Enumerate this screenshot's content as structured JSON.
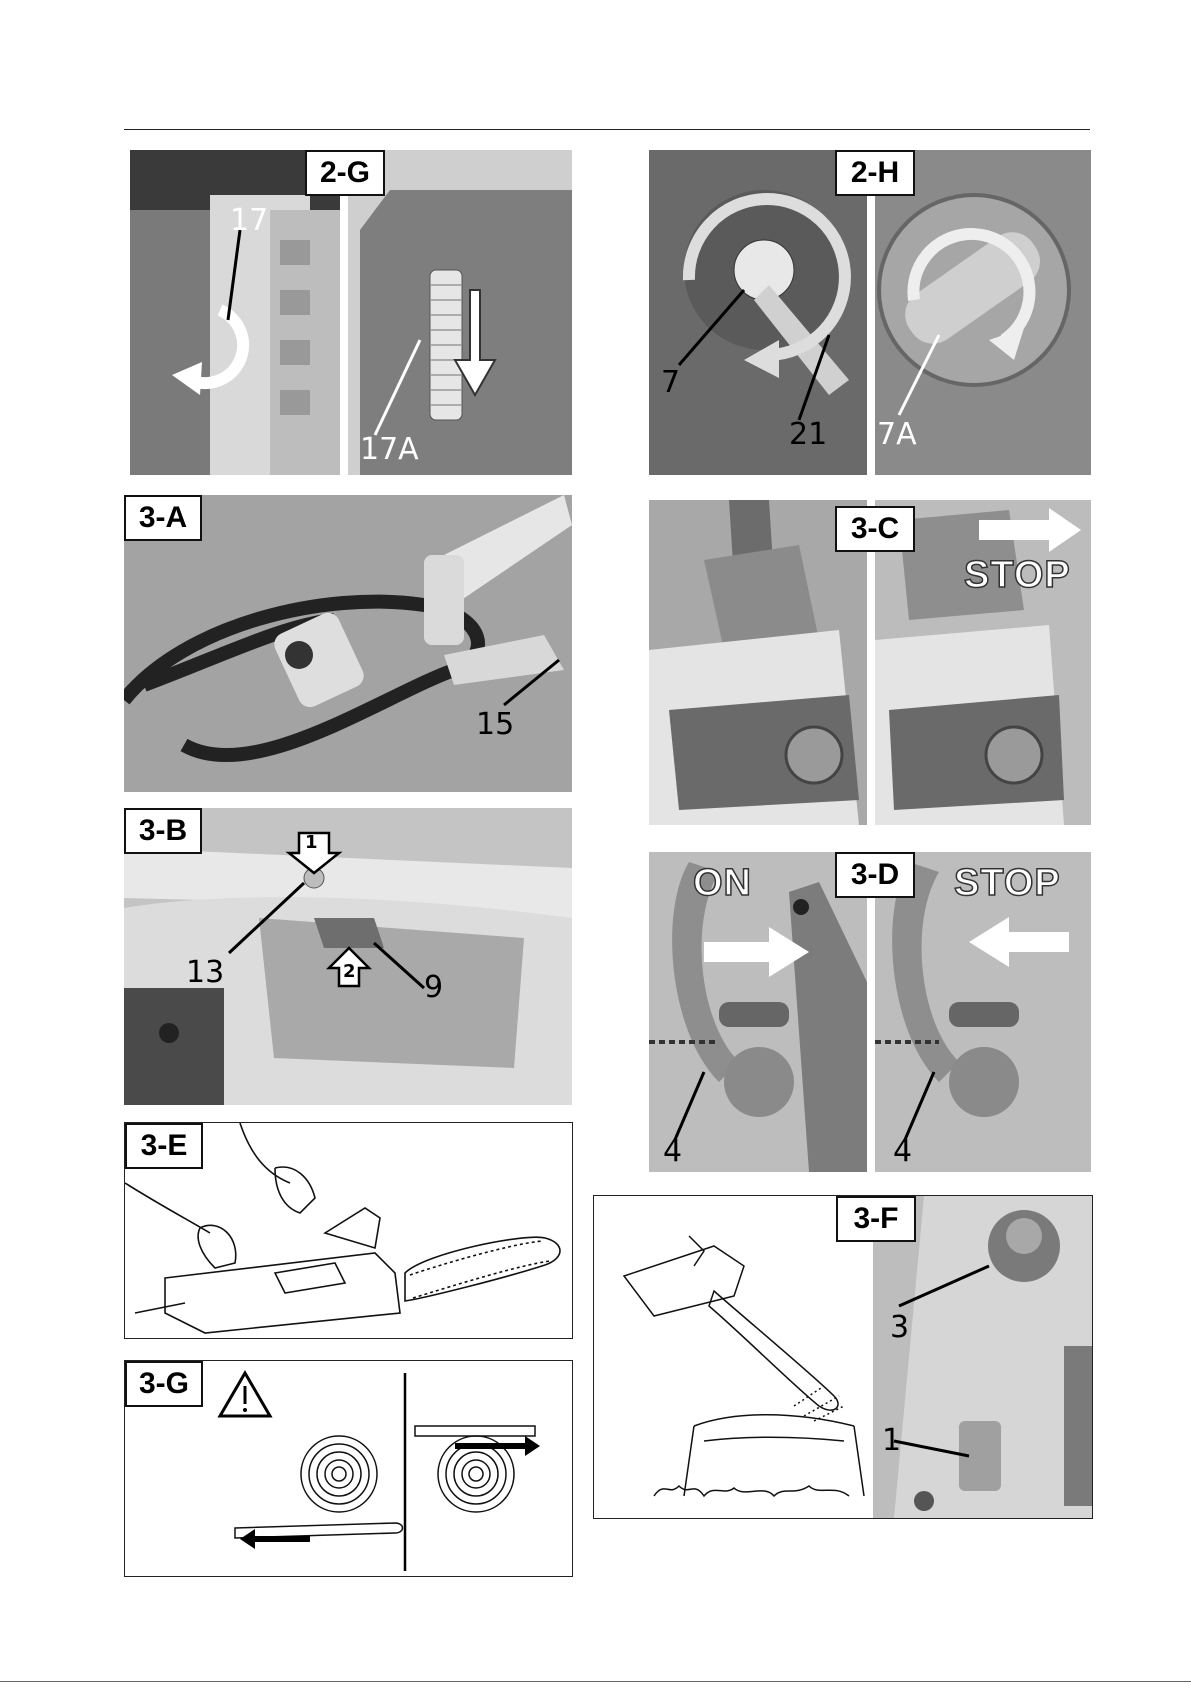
{
  "figures": {
    "f2g": {
      "tag": "2-G",
      "callouts": [
        "17",
        "17A"
      ]
    },
    "f2h": {
      "tag": "2-H",
      "callouts": [
        "7",
        "21",
        "7A"
      ]
    },
    "f3a": {
      "tag": "3-A",
      "callouts": [
        "15"
      ]
    },
    "f3b": {
      "tag": "3-B",
      "callouts": [
        "13",
        "9"
      ],
      "step_markers": [
        "1",
        "2"
      ]
    },
    "f3c": {
      "tag": "3-C",
      "action_label": "STOP"
    },
    "f3d": {
      "tag": "3-D",
      "left_label": "ON",
      "right_label": "STOP",
      "callouts": [
        "4",
        "4"
      ]
    },
    "f3e": {
      "tag": "3-E"
    },
    "f3f": {
      "tag": "3-F",
      "callouts": [
        "3",
        "1"
      ]
    },
    "f3g": {
      "tag": "3-G"
    }
  },
  "icons": [
    "rotate-arrow-icon",
    "warning-triangle-icon",
    "direction-arrow-icon"
  ]
}
